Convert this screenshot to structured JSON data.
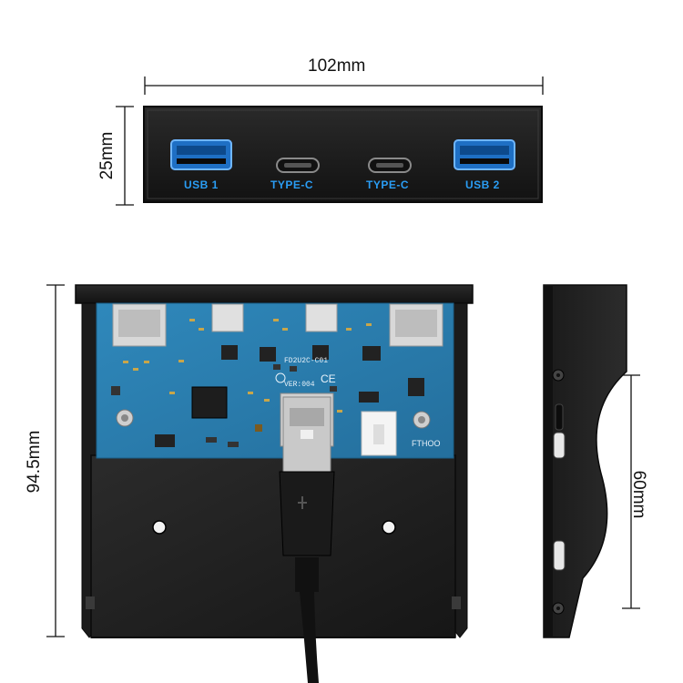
{
  "dimensions": {
    "width_label": "102mm",
    "front_height_label": "25mm",
    "body_height_label": "94.5mm",
    "screw_spacing_label": "60mm"
  },
  "front_panel": {
    "ports": [
      {
        "label": "USB 1",
        "type": "usb-a"
      },
      {
        "label": "TYPE-C",
        "type": "usb-c"
      },
      {
        "label": "TYPE-C",
        "type": "usb-c"
      },
      {
        "label": "USB 2",
        "type": "usb-a"
      }
    ],
    "label_color": "#2a9df4",
    "panel_color": "#1c1c1c"
  },
  "pcb": {
    "board_color": "#2b7fb0",
    "markings": [
      "FD2U2C-C01",
      "VER:004",
      "CE",
      "FTHOO"
    ]
  }
}
